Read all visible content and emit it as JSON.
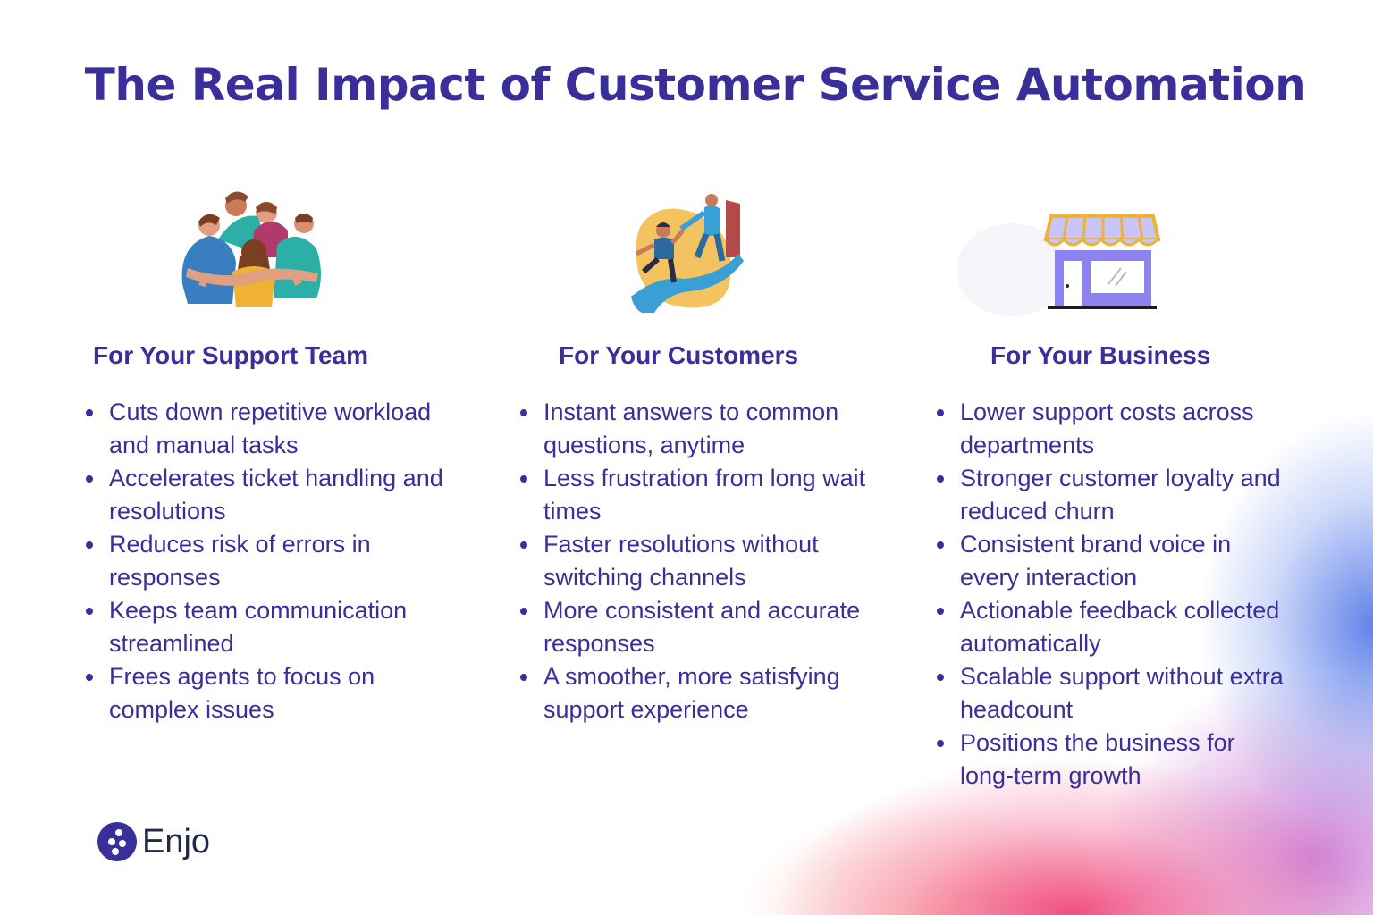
{
  "title": "The Real Impact of Customer Service Automation",
  "columns": [
    {
      "heading": "For Your Support Team",
      "illustration": "team-hug-icon",
      "items": [
        "Cuts down repetitive workload and manual tasks",
        "Accelerates ticket handling and resolutions",
        "Reduces risk of errors in responses",
        "Keeps team communication streamlined",
        "Frees agents to focus on complex issues"
      ]
    },
    {
      "heading": "For Your Customers",
      "illustration": "helping-hand-icon",
      "items": [
        "Instant answers to common questions, anytime",
        "Less frustration from long wait times",
        "Faster resolutions without switching channels",
        "More consistent and accurate responses",
        "A smoother, more satisfying support experience"
      ]
    },
    {
      "heading": "For Your Business",
      "illustration": "storefront-icon",
      "items": [
        "Lower support costs across departments",
        "Stronger customer loyalty and reduced churn",
        "Consistent brand voice in every interaction",
        "Actionable feedback collected automatically",
        "Scalable support without extra headcount",
        "Positions the business for long-term growth"
      ]
    }
  ],
  "brand": {
    "name": "Enjo",
    "icon": "enjo-logo-icon",
    "color": "#3a2e9a"
  },
  "colors": {
    "heading": "#3a2e9a",
    "text": "#3a2e9a",
    "accent_blue": "#4a6fe0",
    "accent_pink": "#ee3a70"
  }
}
